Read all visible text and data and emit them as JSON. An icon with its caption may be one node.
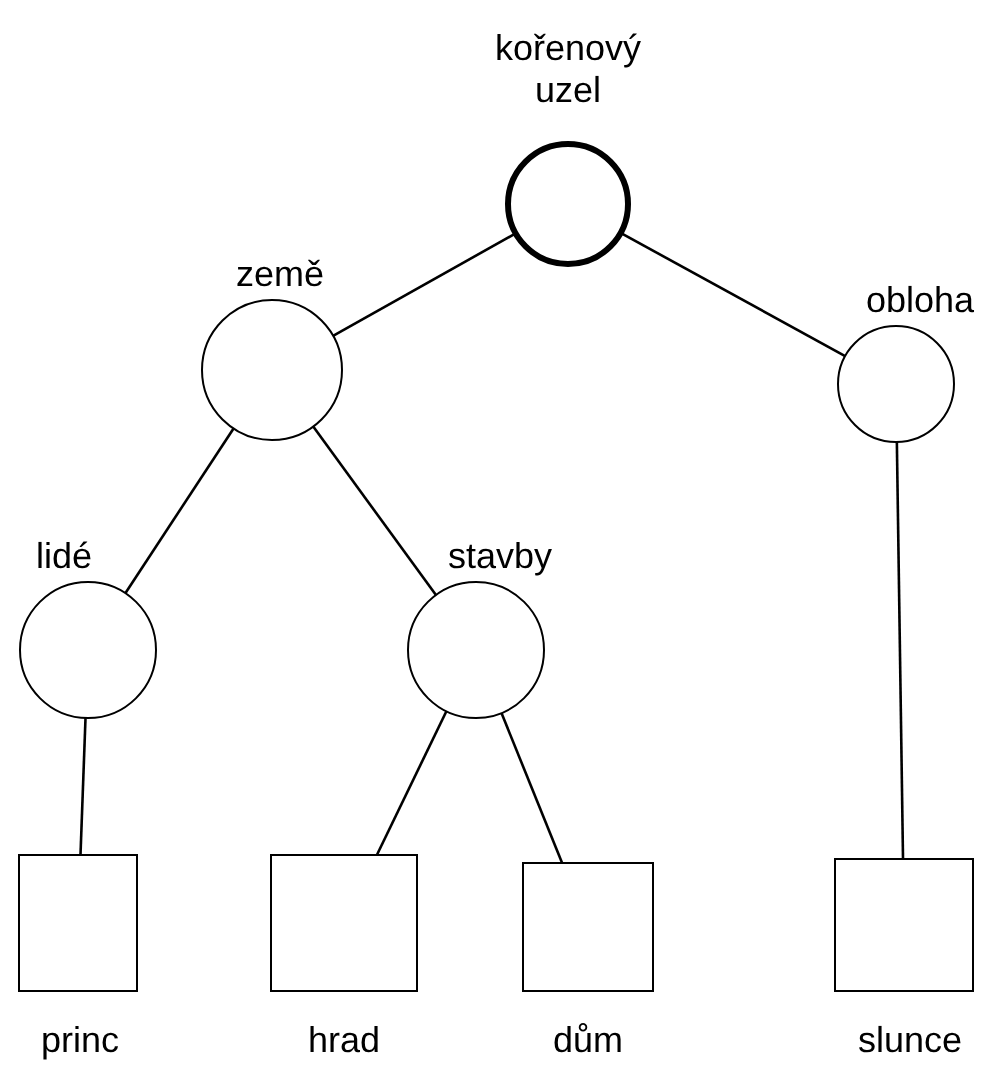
{
  "diagram": {
    "nodes": [
      {
        "text": [
          "kořenový uzel"
        ]
      },
      {
        "text": [
          "země"
        ]
      },
      {
        "text": [
          "obloha"
        ]
      },
      {
        "text": [
          "lidé"
        ]
      },
      {
        "text": [
          "stavby"
        ]
      },
      {
        "text": [
          "princ"
        ]
      },
      {
        "text": [
          "hrad"
        ]
      },
      {
        "text": [
          "dům"
        ]
      },
      {
        "text": [
          "slunce"
        ]
      }
    ],
    "edges": [
      {
        "from": 0,
        "to": 1,
        "arrow": "none"
      },
      {
        "from": 0,
        "to": 2,
        "arrow": "none"
      },
      {
        "from": 1,
        "to": 3,
        "arrow": "none"
      },
      {
        "from": 1,
        "to": 4,
        "arrow": "none"
      },
      {
        "from": 3,
        "to": 5,
        "arrow": "none"
      },
      {
        "from": 4,
        "to": 6,
        "arrow": "none"
      },
      {
        "from": 4,
        "to": 7,
        "arrow": "none"
      },
      {
        "from": 2,
        "to": 8,
        "arrow": "none"
      }
    ]
  }
}
